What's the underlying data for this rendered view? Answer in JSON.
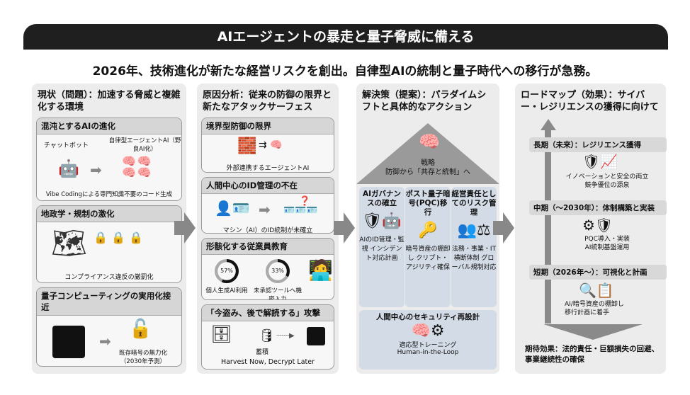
{
  "title": "AIエージェントの暴走と量子脅威に備える",
  "subtitle": "2026年、技術進化が新たな経営リスクを創出。自律型AIの統制と量子時代への移行が急務。",
  "col1": {
    "title": "現状（問題）：加速する脅威と複雑化する環境",
    "box1": {
      "head": "混沌とするAIの進化",
      "left": "チャットボット",
      "right": "自律型エージェントAI（野良AI化）",
      "caption": "Vibe Codingによる専門知識不要のコード生成"
    },
    "box2": {
      "head": "地政学・規制の激化",
      "caption": "コンプライアンス違反の厳罰化"
    },
    "box3": {
      "head": "量子コンピューティングの実用化接近",
      "caption": "既存暗号の無力化（2030年予測）"
    }
  },
  "col2": {
    "title": "原因分析：従来の防御の限界と新たなアタックサーフェス",
    "box1": {
      "head": "境界型防御の限界",
      "caption": "外部連携するエージェントAI"
    },
    "box2": {
      "head": "人間中心のID管理の不在",
      "caption": "マシン（AI）のID統制が未確立"
    },
    "box3": {
      "head": "形骸化する従業員教育",
      "stat1": "57%",
      "label1": "個人生成AI利用",
      "stat2": "33%",
      "label2": "未承認ツールへ機密入力",
      "pct1": 57,
      "pct2": 33
    },
    "box4": {
      "head": "「今盗み、後で解読する」攻撃",
      "mid": "蓄積",
      "caption": "Harvest Now, Decrypt Later"
    }
  },
  "col3": {
    "title": "解決策（提案）：パラダイムシフトと具体的なアクション",
    "roof": {
      "line1": "戦略",
      "line2": "防御から「共存と統制」へ"
    },
    "pillars": [
      {
        "title": "AIガバナンスの確立",
        "text": "AIのID管理・監視 インシデント対応計画"
      },
      {
        "title": "ポスト量子暗号(PQC)移行",
        "text": "暗号資産の棚卸し クリプト・アジリティ確保"
      },
      {
        "title": "経営責任としてのリスク管理",
        "text": "法務・事業・IT横断体制 グローバル規制対応"
      }
    ],
    "base": {
      "title": "人間中心のセキュリティ再設計",
      "line1": "適応型トレーニング",
      "line2": "Human-in-the-Loop"
    }
  },
  "col4": {
    "title": "ロードマップ（効果）：サイバー・レジリエンスの獲得に向けて",
    "stages": [
      {
        "head": "長期（未来）：レジリエンス獲得",
        "text1": "イノベーションと安全の両立",
        "text2": "競争優位の源泉"
      },
      {
        "head": "中期（～2030年）：体制構築と実装",
        "text1": "PQC導入・実装",
        "text2": "AI統制基盤運用"
      },
      {
        "head": "短期（2026年～）：可視化と計画",
        "text1": "AI/暗号資産の棚卸し",
        "text2": "移行計画に着手"
      }
    ],
    "effect": "期待効果：法的責任・巨額損失の回避、事業継続性の確保"
  },
  "colors": {
    "header": "#1f1f1f",
    "panel": "#ececec",
    "pillar": "#d3dbe6"
  }
}
